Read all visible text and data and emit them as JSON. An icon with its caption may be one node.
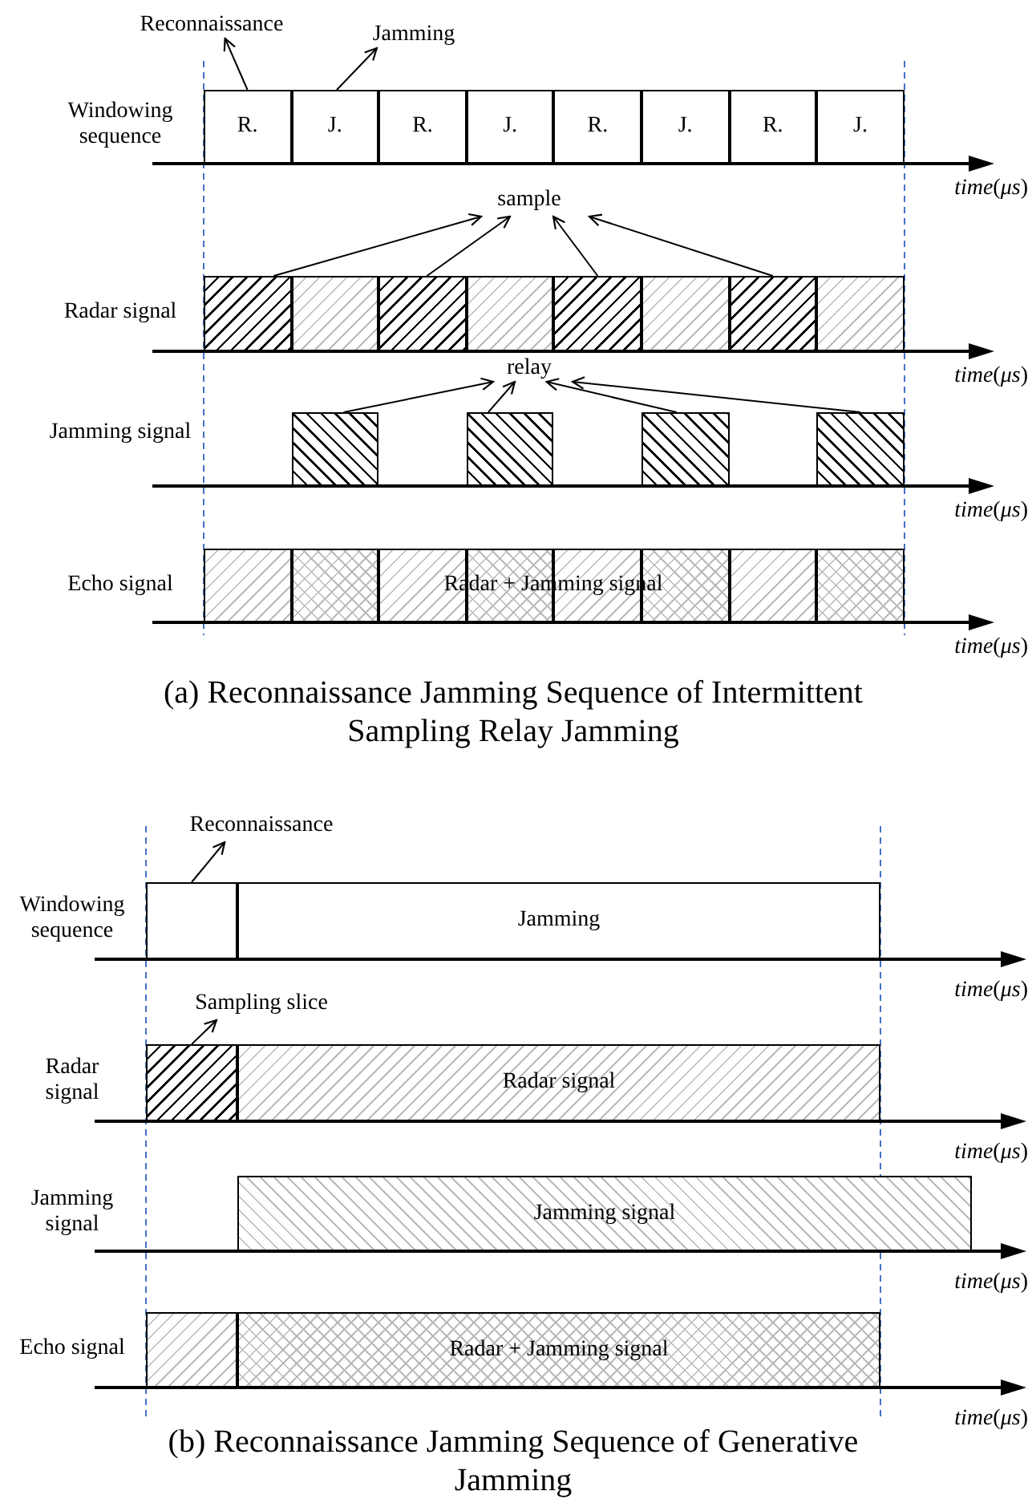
{
  "diagram": {
    "nodes": [
      {
        "text": [
          "Reconnaissance"
        ]
      },
      {
        "text": [
          "Jamming"
        ]
      },
      {
        "text": [
          "R."
        ]
      },
      {
        "text": [
          "J."
        ]
      },
      {
        "text": [
          "R."
        ]
      },
      {
        "text": [
          "J."
        ]
      },
      {
        "text": [
          "R."
        ]
      },
      {
        "text": [
          "J."
        ]
      },
      {
        "text": [
          "R."
        ]
      },
      {
        "text": [
          "J."
        ]
      },
      {
        "text": [
          "sample"
        ]
      },
      {
        "text": [],
        "shape": "box"
      },
      {
        "text": [],
        "shape": "box"
      },
      {
        "text": [],
        "shape": "box"
      },
      {
        "text": [],
        "shape": "box"
      },
      {
        "text": [],
        "shape": "box"
      },
      {
        "text": [],
        "shape": "box"
      },
      {
        "text": [],
        "shape": "box"
      },
      {
        "text": [],
        "shape": "box"
      },
      {
        "text": [
          "relay"
        ]
      },
      {
        "text": [],
        "shape": "box"
      },
      {
        "text": [],
        "shape": "box"
      },
      {
        "text": [],
        "shape": "box"
      },
      {
        "text": [],
        "shape": "box"
      },
      {
        "text": [],
        "shape": "box"
      },
      {
        "text": [],
        "shape": "box"
      },
      {
        "text": [],
        "shape": "box"
      },
      {
        "text": [],
        "shape": "box"
      },
      {
        "text": [],
        "shape": "box"
      },
      {
        "text": [],
        "shape": "box"
      },
      {
        "text": [],
        "shape": "box"
      },
      {
        "text": [],
        "shape": "box"
      },
      {
        "text": [
          "Reconnaissance"
        ]
      },
      {
        "text": [],
        "shape": "box"
      },
      {
        "text": [
          "Jamming"
        ]
      },
      {
        "text": [
          "Sampling slice"
        ]
      },
      {
        "text": [],
        "shape": "box"
      },
      {
        "text": [
          "Radar signal"
        ]
      },
      {
        "text": [
          "Jamming signal"
        ]
      },
      {
        "text": [],
        "shape": "box"
      },
      {
        "text": [
          "Radar + Jamming signal"
        ]
      }
    ],
    "edges": [
      {
        "from": 2,
        "to": 0,
        "arrow": "to"
      },
      {
        "from": 3,
        "to": 1,
        "arrow": "to"
      },
      {
        "from": 11,
        "to": 10,
        "arrow": "to"
      },
      {
        "from": 13,
        "to": 10,
        "arrow": "to"
      },
      {
        "from": 15,
        "to": 10,
        "arrow": "to"
      },
      {
        "from": 17,
        "to": 10,
        "arrow": "to"
      },
      {
        "from": 20,
        "to": 19,
        "arrow": "to"
      },
      {
        "from": 21,
        "to": 19,
        "arrow": "to"
      },
      {
        "from": 22,
        "to": 19,
        "arrow": "to"
      },
      {
        "from": 23,
        "to": 19,
        "arrow": "to"
      },
      {
        "from": 33,
        "to": 32,
        "arrow": "to"
      },
      {
        "from": 36,
        "to": 35,
        "arrow": "to"
      }
    ],
    "labels": [
      "Windowing sequence",
      "*time*(*μs*)",
      "Radar signal",
      "*time*(*μs*)",
      "Jamming signal",
      "*time*(*μs*)",
      "Echo signal",
      "Radar + Jamming signal",
      "*time*(*μs*)",
      "(a) Reconnaissance Jamming Sequence of Intermittent Sampling Relay Jamming",
      "Windowing sequence",
      "*time*(*μs*)",
      "Radar signal",
      "*time*(*μs*)",
      "Jamming signal",
      "*time*(*μs*)",
      "Echo signal",
      "*time*(*μs*)",
      "(b) Reconnaissance Jamming Sequence of Generative Jamming"
    ]
  }
}
